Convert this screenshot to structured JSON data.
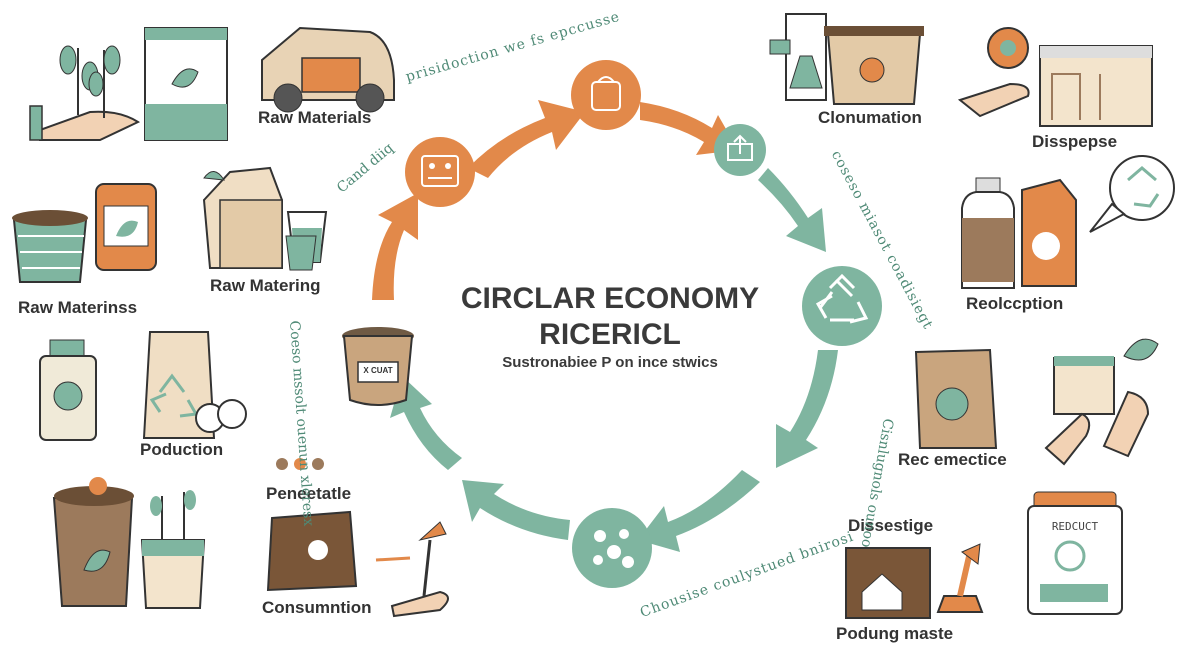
{
  "title": {
    "line1": "CIRCLAR ECONOMY",
    "line2": "RICERICL",
    "subtitle": "Sustronabiee P on  ince stwics"
  },
  "colors": {
    "orange": "#E2894A",
    "green": "#7FB5A0",
    "dark": "#333333"
  },
  "labels": {
    "raw_materials_top": "Raw Materials",
    "raw_materinss": "Raw Materinss",
    "raw_matering": "Raw Matering",
    "poduction": "Poduction",
    "peneetatle": "Peneetatle",
    "consumntion": "Consumntion",
    "clonumation": "Clonumation",
    "disspese": "Disspepse",
    "reolccption": "Reolccption",
    "rec_emectice": "Rec emectice",
    "dissestige": "Dissestige",
    "podung_maste": "Podung maste"
  },
  "ring_text": {
    "top": "prisidoction we fs epccusse",
    "top_left": "Cand diiq",
    "right": "coseso miasot coadisiegt",
    "lower_right": "Cisnlugnols ounoo",
    "bottom": "Chousise  coulystued bnirosi",
    "left": "Coeso mssolt  ouenun xleresx"
  },
  "badges": {
    "bucket": "X CUAT",
    "box": "REDCUCT"
  },
  "icons": [
    "plant-hand-icon",
    "jar-icon",
    "truck-icon",
    "basket-icon",
    "jar-leaf-icon",
    "paper-bag-icon",
    "cups-icon",
    "bottle-icon",
    "recycle-bag-icon",
    "pot-plant-icon",
    "seedling-cup-icon",
    "dots-icon",
    "sack-icon",
    "hand-tool-icon",
    "chemistry-icon",
    "gear-hand-icon",
    "trash-can-icon",
    "bottles-icon",
    "speech-recycle-icon",
    "apple-bag-icon",
    "scan-hands-icon",
    "recycle-box-icon",
    "factory-icon",
    "excavator-icon"
  ]
}
